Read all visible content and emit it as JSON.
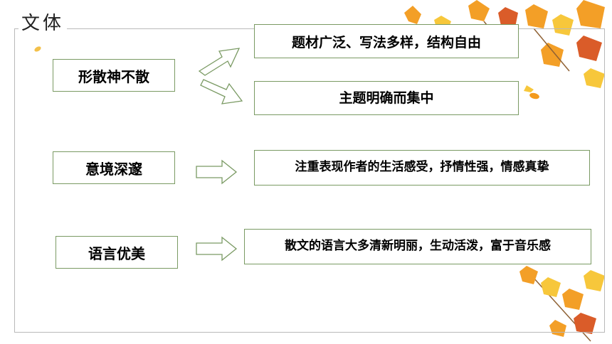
{
  "title": "文体",
  "features": [
    {
      "label": "形散神不散",
      "details": [
        "题材广泛、写法多样，结构自由",
        "主题明确而集中"
      ]
    },
    {
      "label": "意境深邃",
      "details": [
        "注重表现作者的生活感受，抒情性强，情感真挚"
      ]
    },
    {
      "label": "语言优美",
      "details": [
        "散文的语言大多清新明丽，生动活泼，富于音乐感"
      ]
    }
  ],
  "colors": {
    "box_border": "#7a9a63",
    "arrow_stroke": "#7a9a63",
    "leaf_orange": "#f39a1c",
    "leaf_yellow": "#f7c531",
    "leaf_red": "#d9541e"
  }
}
